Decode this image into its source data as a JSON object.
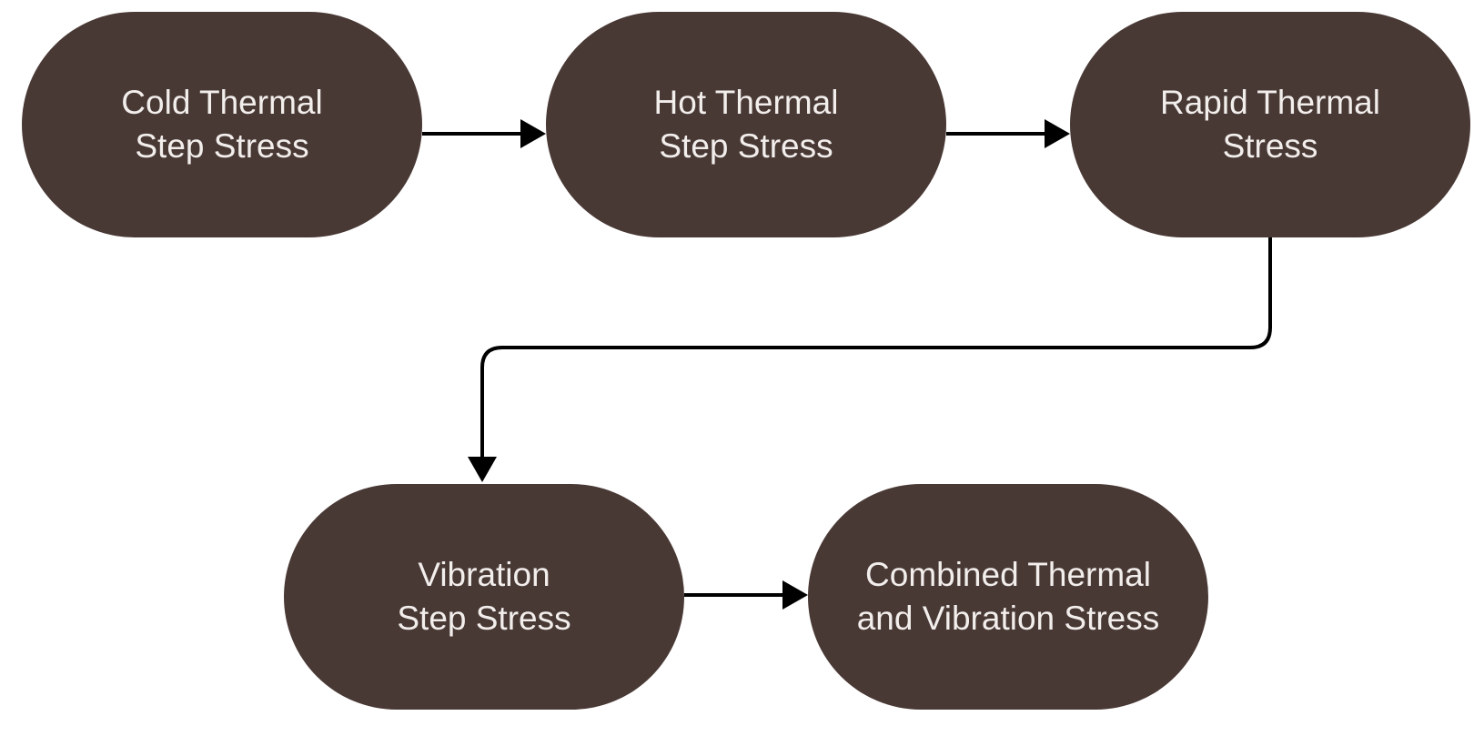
{
  "diagram": {
    "nodes": [
      {
        "id": "cold",
        "line1": "Cold Thermal",
        "line2": "Step Stress"
      },
      {
        "id": "hot",
        "line1": "Hot Thermal",
        "line2": "Step Stress"
      },
      {
        "id": "rapid",
        "line1": "Rapid Thermal",
        "line2": "Stress"
      },
      {
        "id": "vibration",
        "line1": "Vibration",
        "line2": "Step Stress"
      },
      {
        "id": "combined",
        "line1": "Combined Thermal",
        "line2": "and Vibration Stress"
      }
    ],
    "edges": [
      {
        "from": "cold",
        "to": "hot"
      },
      {
        "from": "hot",
        "to": "rapid"
      },
      {
        "from": "rapid",
        "to": "vibration"
      },
      {
        "from": "vibration",
        "to": "combined"
      }
    ],
    "colors": {
      "node_fill": "#493935",
      "node_text": "#f2eeec",
      "connector": "#000000"
    }
  }
}
